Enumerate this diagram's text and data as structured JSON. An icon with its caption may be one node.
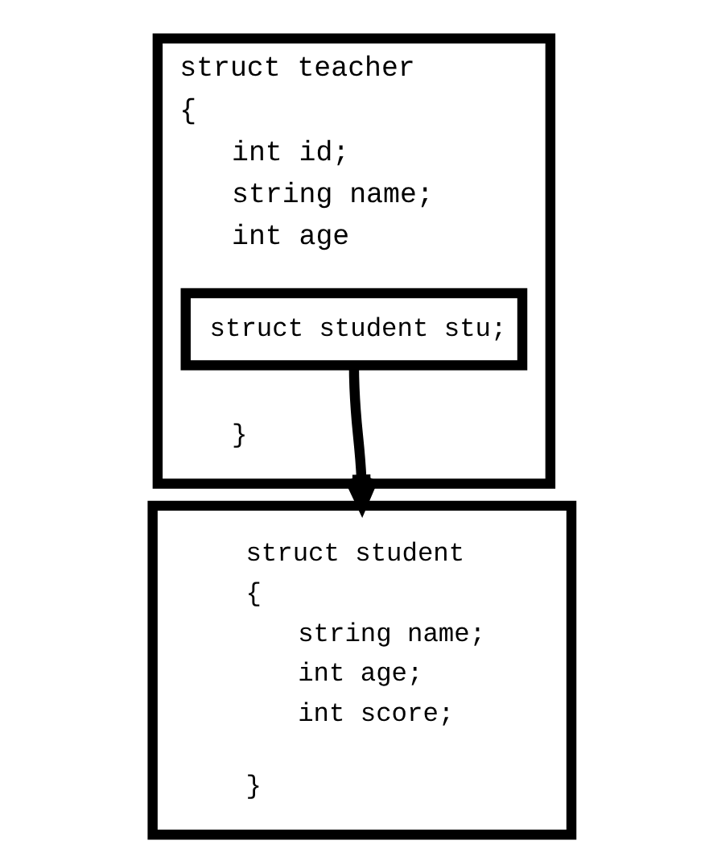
{
  "diagram": {
    "nodes": [
      {
        "text": [
          "struct teacher",
          "{",
          "int id;",
          "string name;",
          "int age",
          "}"
        ]
      },
      {
        "text": [
          "struct student stu;"
        ],
        "in": 0
      },
      {
        "text": [
          "struct student",
          "{",
          "string name;",
          "int age;",
          "int score;",
          "}"
        ]
      }
    ],
    "edges": [
      {
        "from": 1,
        "to": 2,
        "arrow": "to"
      }
    ]
  }
}
